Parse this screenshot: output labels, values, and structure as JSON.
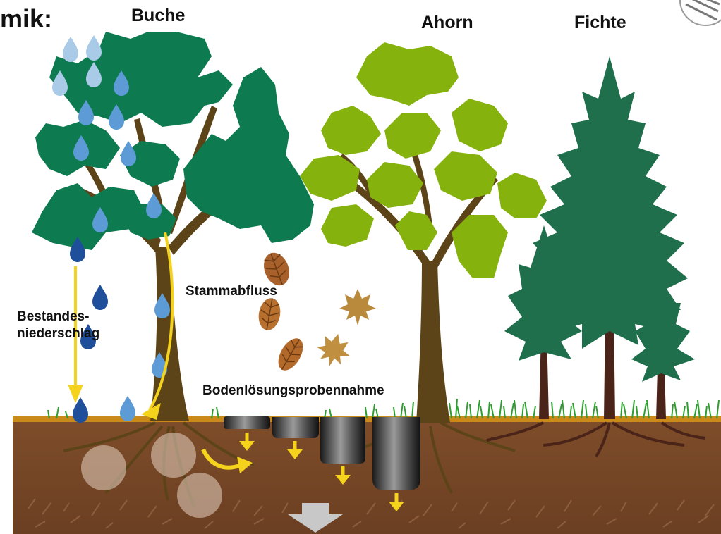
{
  "title_fragment": "mik:",
  "trees": {
    "beech": "Buche",
    "maple": "Ahorn",
    "spruce": "Fichte"
  },
  "labels": {
    "throughfall_line1": "Bestandes-",
    "throughfall_line2": "niederschlag",
    "stemflow": "Stammabfluss",
    "soil_solution_sampling": "Bodenlösungsprobennahme"
  },
  "colors": {
    "beech_crown": "#0e7a50",
    "maple_crown": "#86b20e",
    "spruce_crown": "#1f6e4c",
    "trunk": "#5c4418",
    "soil": "#7b4a28",
    "soil_surface": "#c98a1a",
    "arrow": "#f5d21c",
    "drop_light": "#a9cbe8",
    "drop_mid": "#5c9bd6",
    "drop_dark": "#1f4f9a",
    "grass": "#2e9e2e"
  }
}
